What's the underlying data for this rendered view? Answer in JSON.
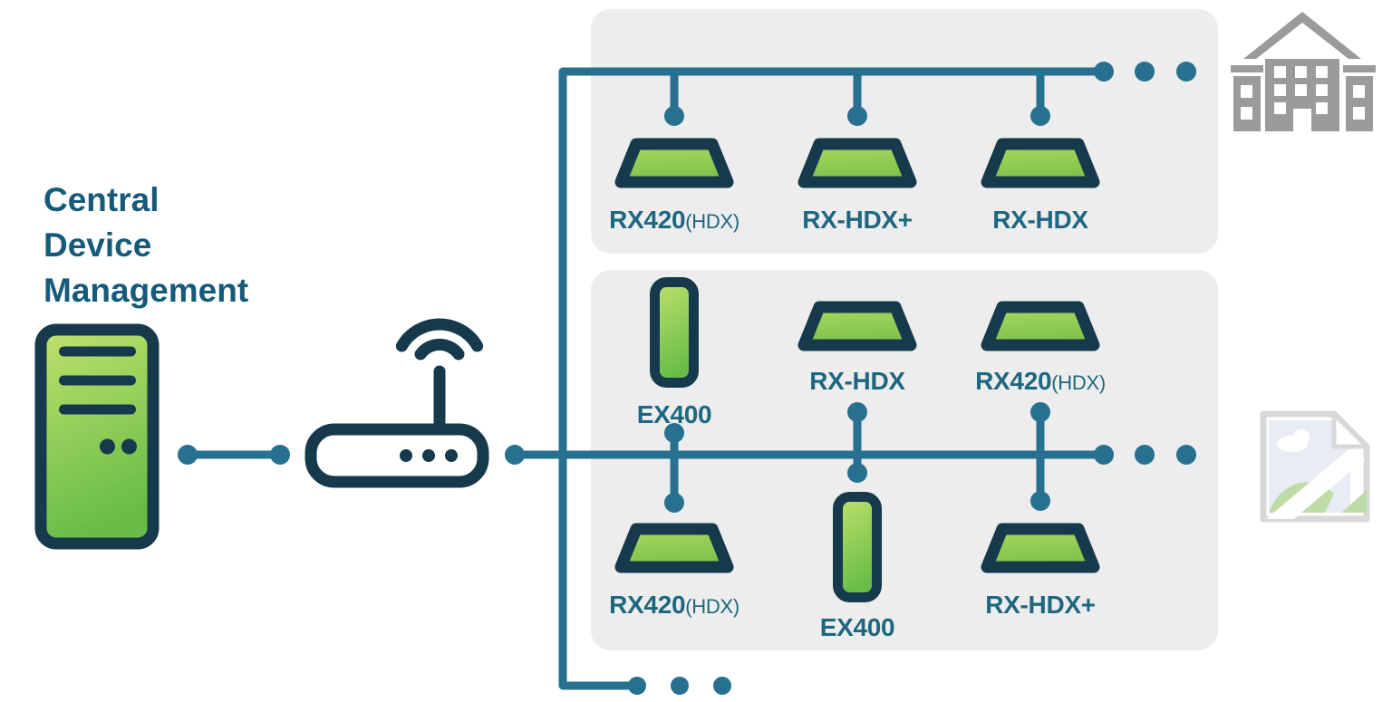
{
  "diagram_title": {
    "lines": [
      "Central",
      "Device",
      "Management"
    ]
  },
  "devices": [
    {
      "label": "RX420",
      "suffix": "(HDX)",
      "form": "thin-client",
      "group": 1,
      "row": 1
    },
    {
      "label": "RX-HDX+",
      "suffix": "",
      "form": "thin-client",
      "group": 1,
      "row": 1
    },
    {
      "label": "RX-HDX",
      "suffix": "",
      "form": "thin-client",
      "group": 1,
      "row": 1
    },
    {
      "label": "EX400",
      "suffix": "",
      "form": "pc-tower",
      "group": 2,
      "row": 1
    },
    {
      "label": "RX-HDX",
      "suffix": "",
      "form": "thin-client",
      "group": 2,
      "row": 1
    },
    {
      "label": "RX420",
      "suffix": "(HDX)",
      "form": "thin-client",
      "group": 2,
      "row": 1
    },
    {
      "label": "RX420",
      "suffix": "(HDX)",
      "form": "thin-client",
      "group": 2,
      "row": 2
    },
    {
      "label": "EX400",
      "suffix": "",
      "form": "pc-tower",
      "group": 2,
      "row": 2
    },
    {
      "label": "RX-HDX+",
      "suffix": "",
      "form": "thin-client",
      "group": 2,
      "row": 2
    }
  ],
  "icons": {
    "management_server": "server-tower-icon",
    "hub": "wifi-router-icon",
    "group1_marker": "office-building-icon",
    "group2_marker": "image-placeholder-icon",
    "more_devices": "ellipsis-dots"
  },
  "colors": {
    "page_bg": "#ffffff",
    "panel_bg": "#ededed",
    "teal_line": "#27708f",
    "navy": "#17394c",
    "title_text": "#155b79",
    "label_text": "#1e6781",
    "green_light": "#bfe16c",
    "green_dark": "#67bd47",
    "trap_green_light": "#a9d85e",
    "trap_green_dark": "#7dc24b",
    "building_gray": "#9b9b9b",
    "icon_page_border": "#d8d8d8",
    "icon_sky": "#e8edf5",
    "icon_hill": "#bddca6"
  }
}
